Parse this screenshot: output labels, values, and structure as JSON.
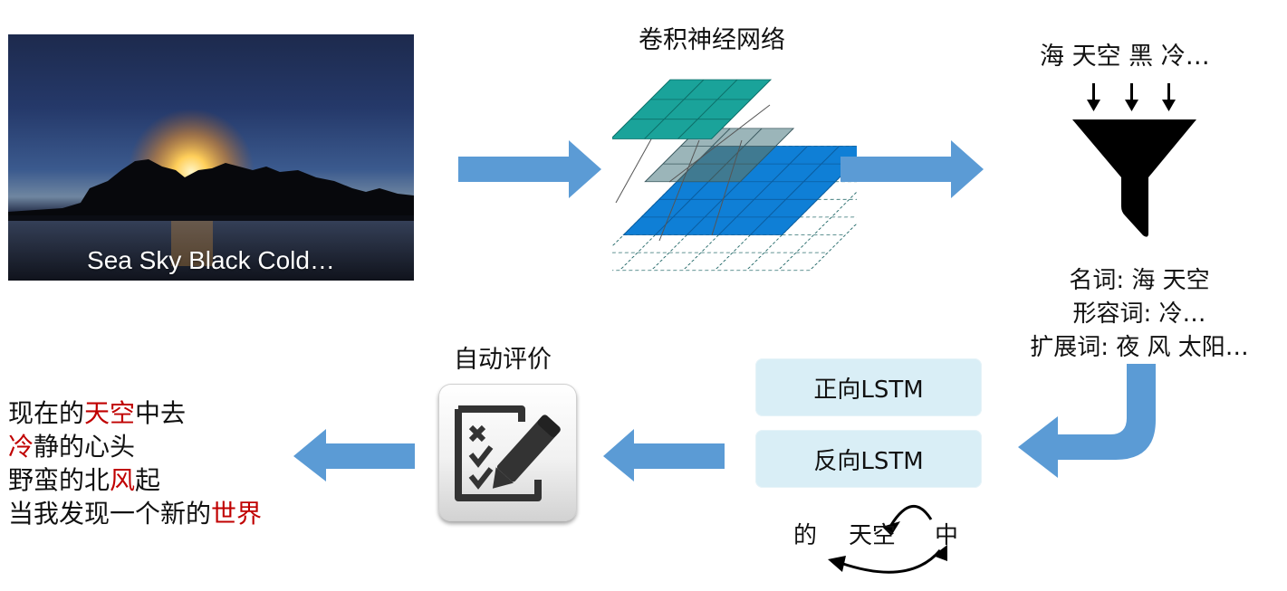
{
  "photo": {
    "caption": "Sea Sky Black Cold…"
  },
  "cnn": {
    "title": "卷积神经网络"
  },
  "filter": {
    "input_words": "海 天空 黑 冷…",
    "pos_lines": [
      "名词: 海 天空",
      "形容词: 冷…",
      "扩展词: 夜 风  太阳…"
    ]
  },
  "lstm": {
    "forward": "正向LSTM",
    "backward": "反向LSTM"
  },
  "bidirectional_words": {
    "left": "的",
    "middle": "天空",
    "right": "中"
  },
  "evaluation": {
    "title": "自动评价"
  },
  "poem": {
    "lines": [
      [
        {
          "t": "现在的",
          "hl": false
        },
        {
          "t": "天空",
          "hl": true
        },
        {
          "t": "中去",
          "hl": false
        }
      ],
      [
        {
          "t": "冷",
          "hl": true
        },
        {
          "t": "静的心头",
          "hl": false
        }
      ],
      [
        {
          "t": "野蛮的北",
          "hl": false
        },
        {
          "t": "风",
          "hl": true
        },
        {
          "t": "起",
          "hl": false
        }
      ],
      [
        {
          "t": "当我发现一个新的",
          "hl": false
        },
        {
          "t": "世界",
          "hl": true
        }
      ]
    ],
    "highlight_color": "#c00000"
  },
  "colors": {
    "arrow": "#5b9bd5",
    "lstm_box": "#d9eef6",
    "cnn_top": "#1aa39a",
    "cnn_input": "#0f7fd6"
  }
}
